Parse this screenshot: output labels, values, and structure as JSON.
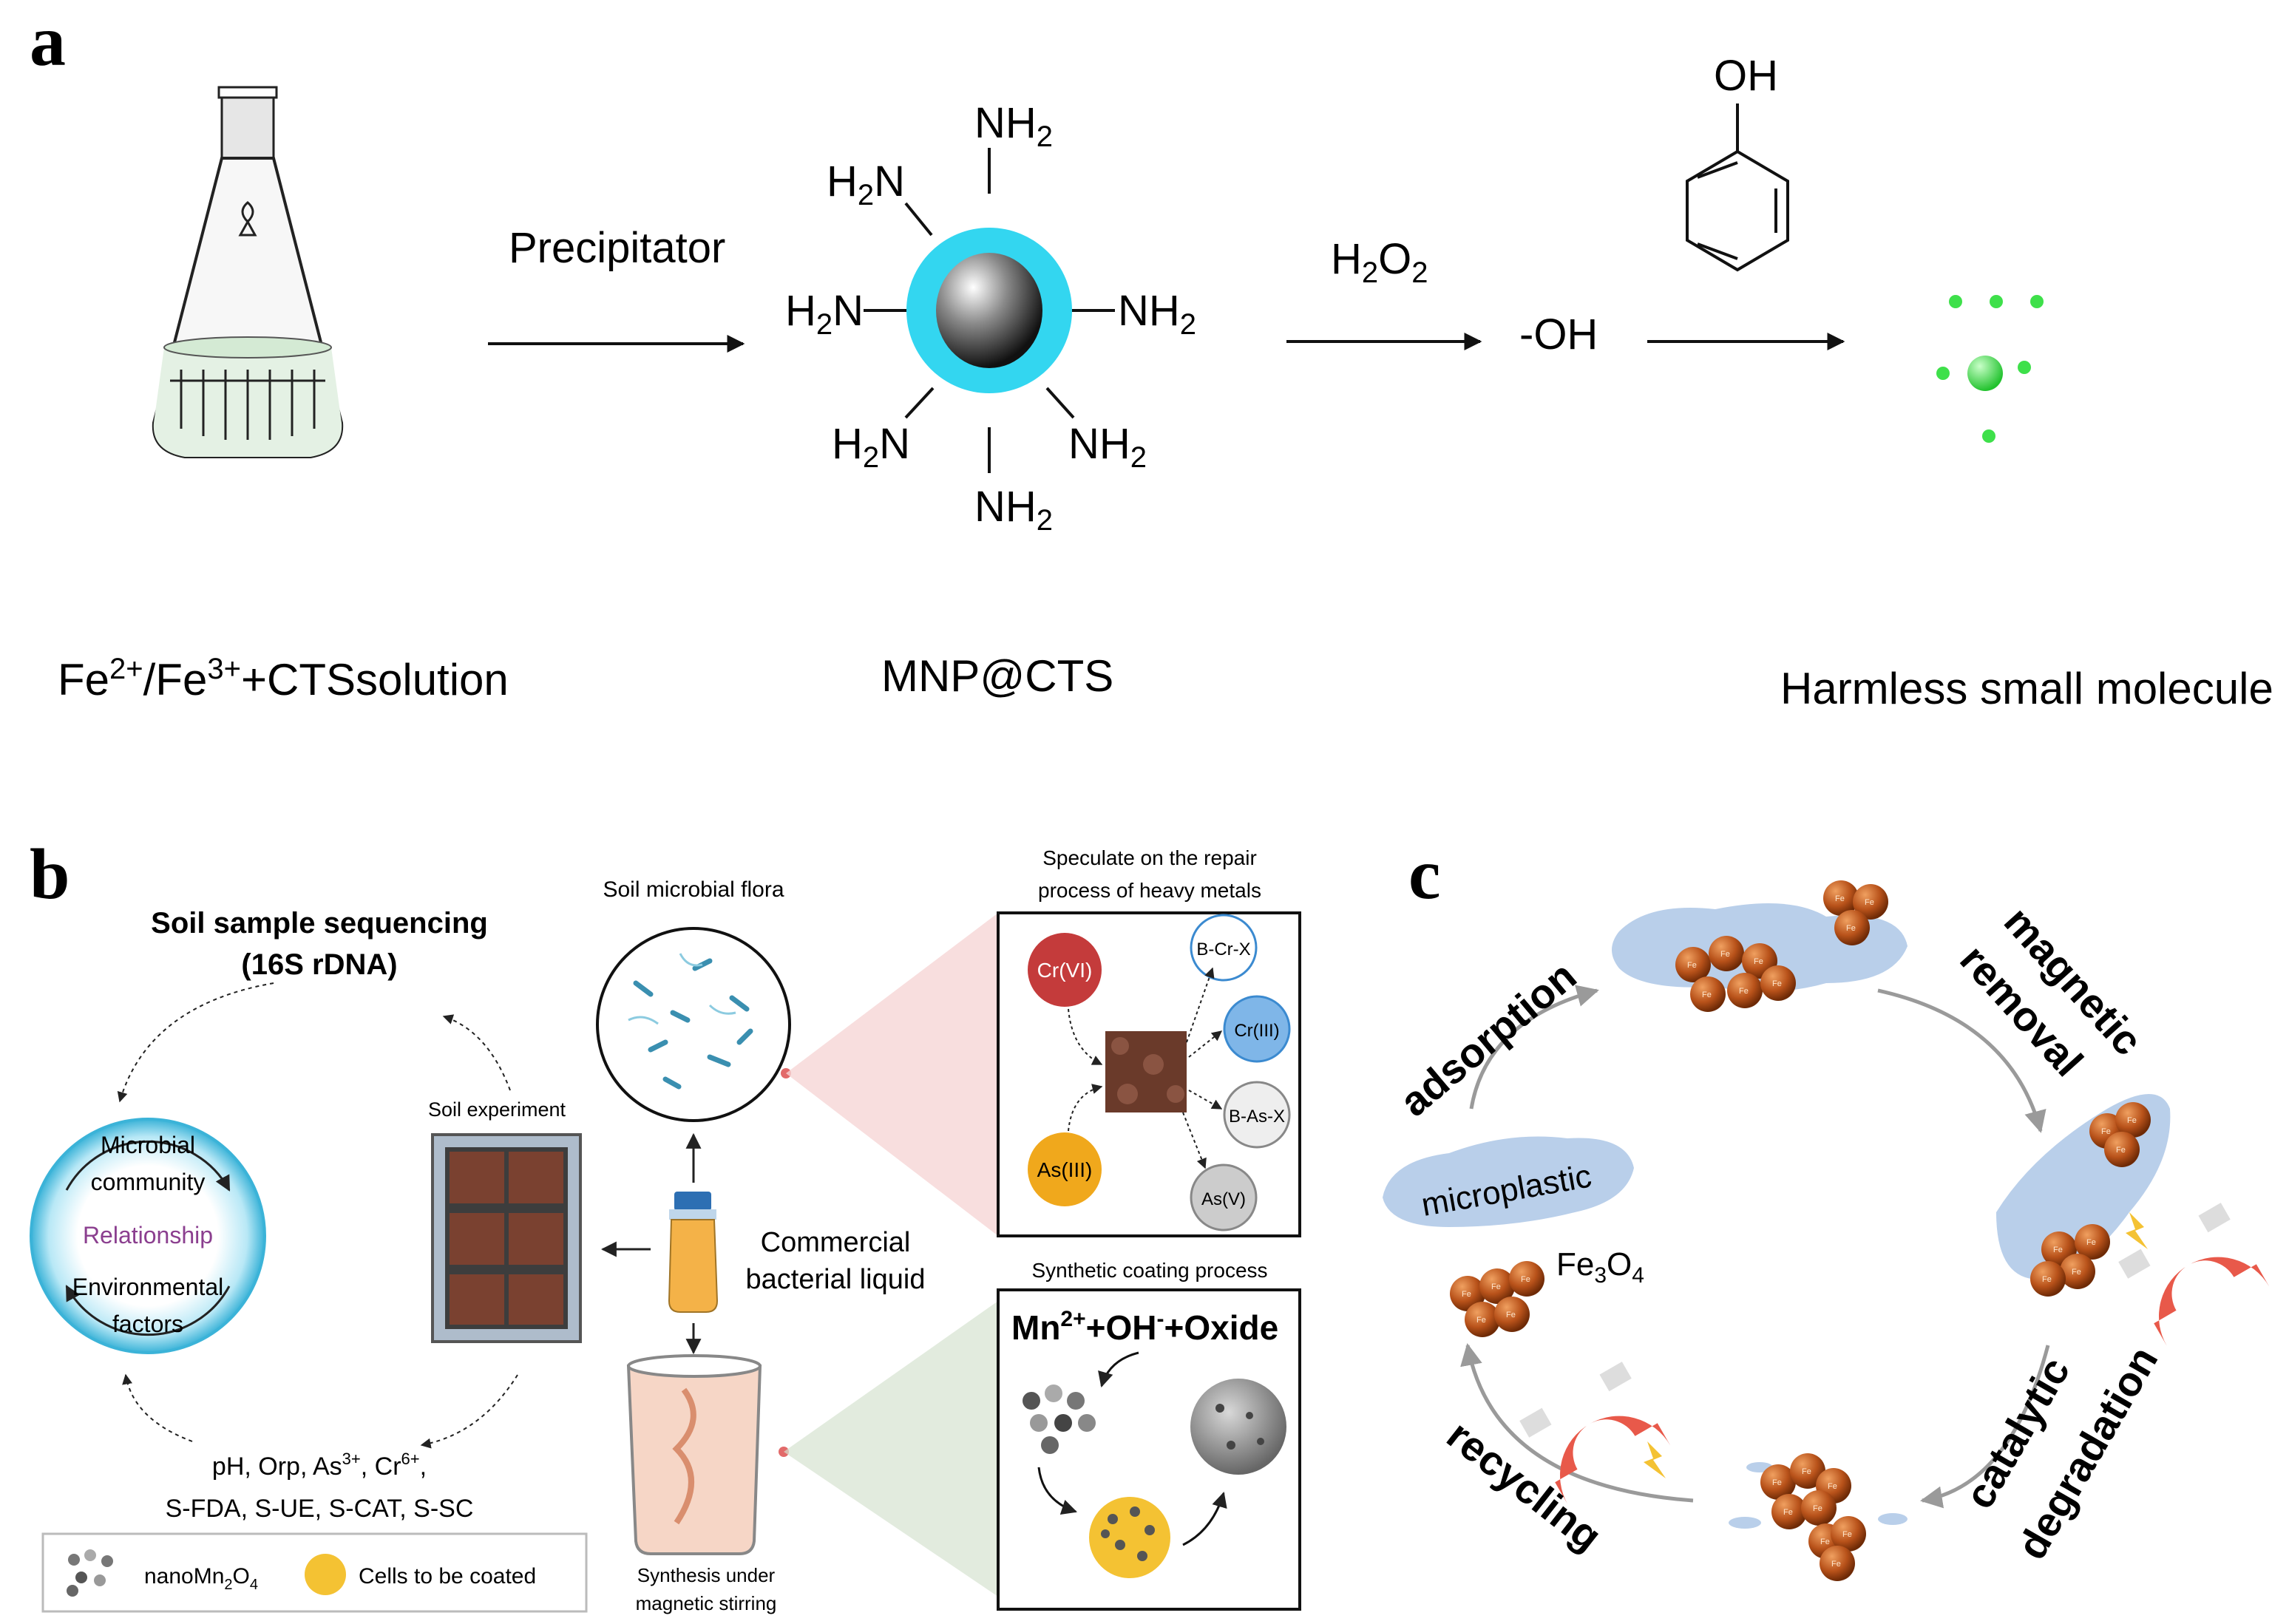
{
  "panel_a": {
    "letter": "a",
    "precipitator": "Precipitator",
    "h2o2_main": "H",
    "h2o2_s1": "2",
    "h2o2_mid": "O",
    "h2o2_s2": "2",
    "hydroxyl": "-OH",
    "phenol_oh": "OH",
    "nh2_main": "NH",
    "h2n_main": "H",
    "h2n_end": "N",
    "sub2": "2",
    "solution_fe1": "Fe",
    "solution_sup1": "2+",
    "solution_mid": "/Fe",
    "solution_sup2": "3+",
    "solution_end": "+CTSsolution",
    "mnp_label": "MNP@CTS",
    "harmless_label": "Harmless small molecule",
    "colors": {
      "shell": "#33d6f0",
      "core": "#1e1e1e",
      "molecule": "#3ee04a"
    }
  },
  "panel_b": {
    "letter": "b",
    "soil_seq_l1": "Soil sample sequencing",
    "soil_seq_l2": "(16S rDNA)",
    "microbial_l1": "Microbial",
    "microbial_l2": "community",
    "relationship": "Relationship",
    "env_l1": "Environmental",
    "env_l2": "factors",
    "soil_experiment": "Soil experiment",
    "soil_flora": "Soil microbial flora",
    "commercial_l1": "Commercial",
    "commercial_l2": "bacterial liquid",
    "synthesis_l1": "Synthesis under",
    "synthesis_l2": "magnetic stirring",
    "params_l1_a": "pH, Orp, As",
    "params_l1_sup1": "3+",
    "params_l1_b": ", Cr",
    "params_l1_sup2": "6+",
    "params_l1_c": ",",
    "params_l2": "S-FDA, S-UE, S-CAT, S-SC",
    "legend_nano": "nanoMn",
    "legend_nano_sub1": "2",
    "legend_nano_mid": "O",
    "legend_nano_sub2": "4",
    "legend_cells": "Cells to be coated",
    "speculate_l1": "Speculate on the repair",
    "speculate_l2": "process of heavy metals",
    "cr6": "Cr(VI)",
    "as3": "As(III)",
    "bcrx": "B-Cr-X",
    "cr3": "Cr(III)",
    "basx": "B-As-X",
    "as5": "As(V)",
    "synthetic_title": "Synthetic coating process",
    "reaction_a": "Mn",
    "reaction_sup1": "2+",
    "reaction_b": "+OH",
    "reaction_sup2": "-",
    "reaction_c": "+Oxide",
    "colors": {
      "cr6": "#c43b3b",
      "as3": "#f0a81c",
      "cr3": "#7fb6e8",
      "ring": "#3bb3d8",
      "cell": "#f4c233"
    }
  },
  "panel_c": {
    "letter": "c",
    "adsorption": "adsorption",
    "magnetic_l1": "magnetic",
    "magnetic_l2": "removal",
    "catalytic_l1": "catalytic",
    "catalytic_l2": "degradation",
    "recycling": "recycling",
    "microplastic": "microplastic",
    "fe_main": "Fe",
    "fe_s1": "3",
    "fe_mid": "O",
    "fe_s2": "4",
    "particle_label": "Fe",
    "colors": {
      "particle": "#b8521a",
      "cloud": "#b9cfea",
      "magnet": "#e8594a"
    }
  }
}
